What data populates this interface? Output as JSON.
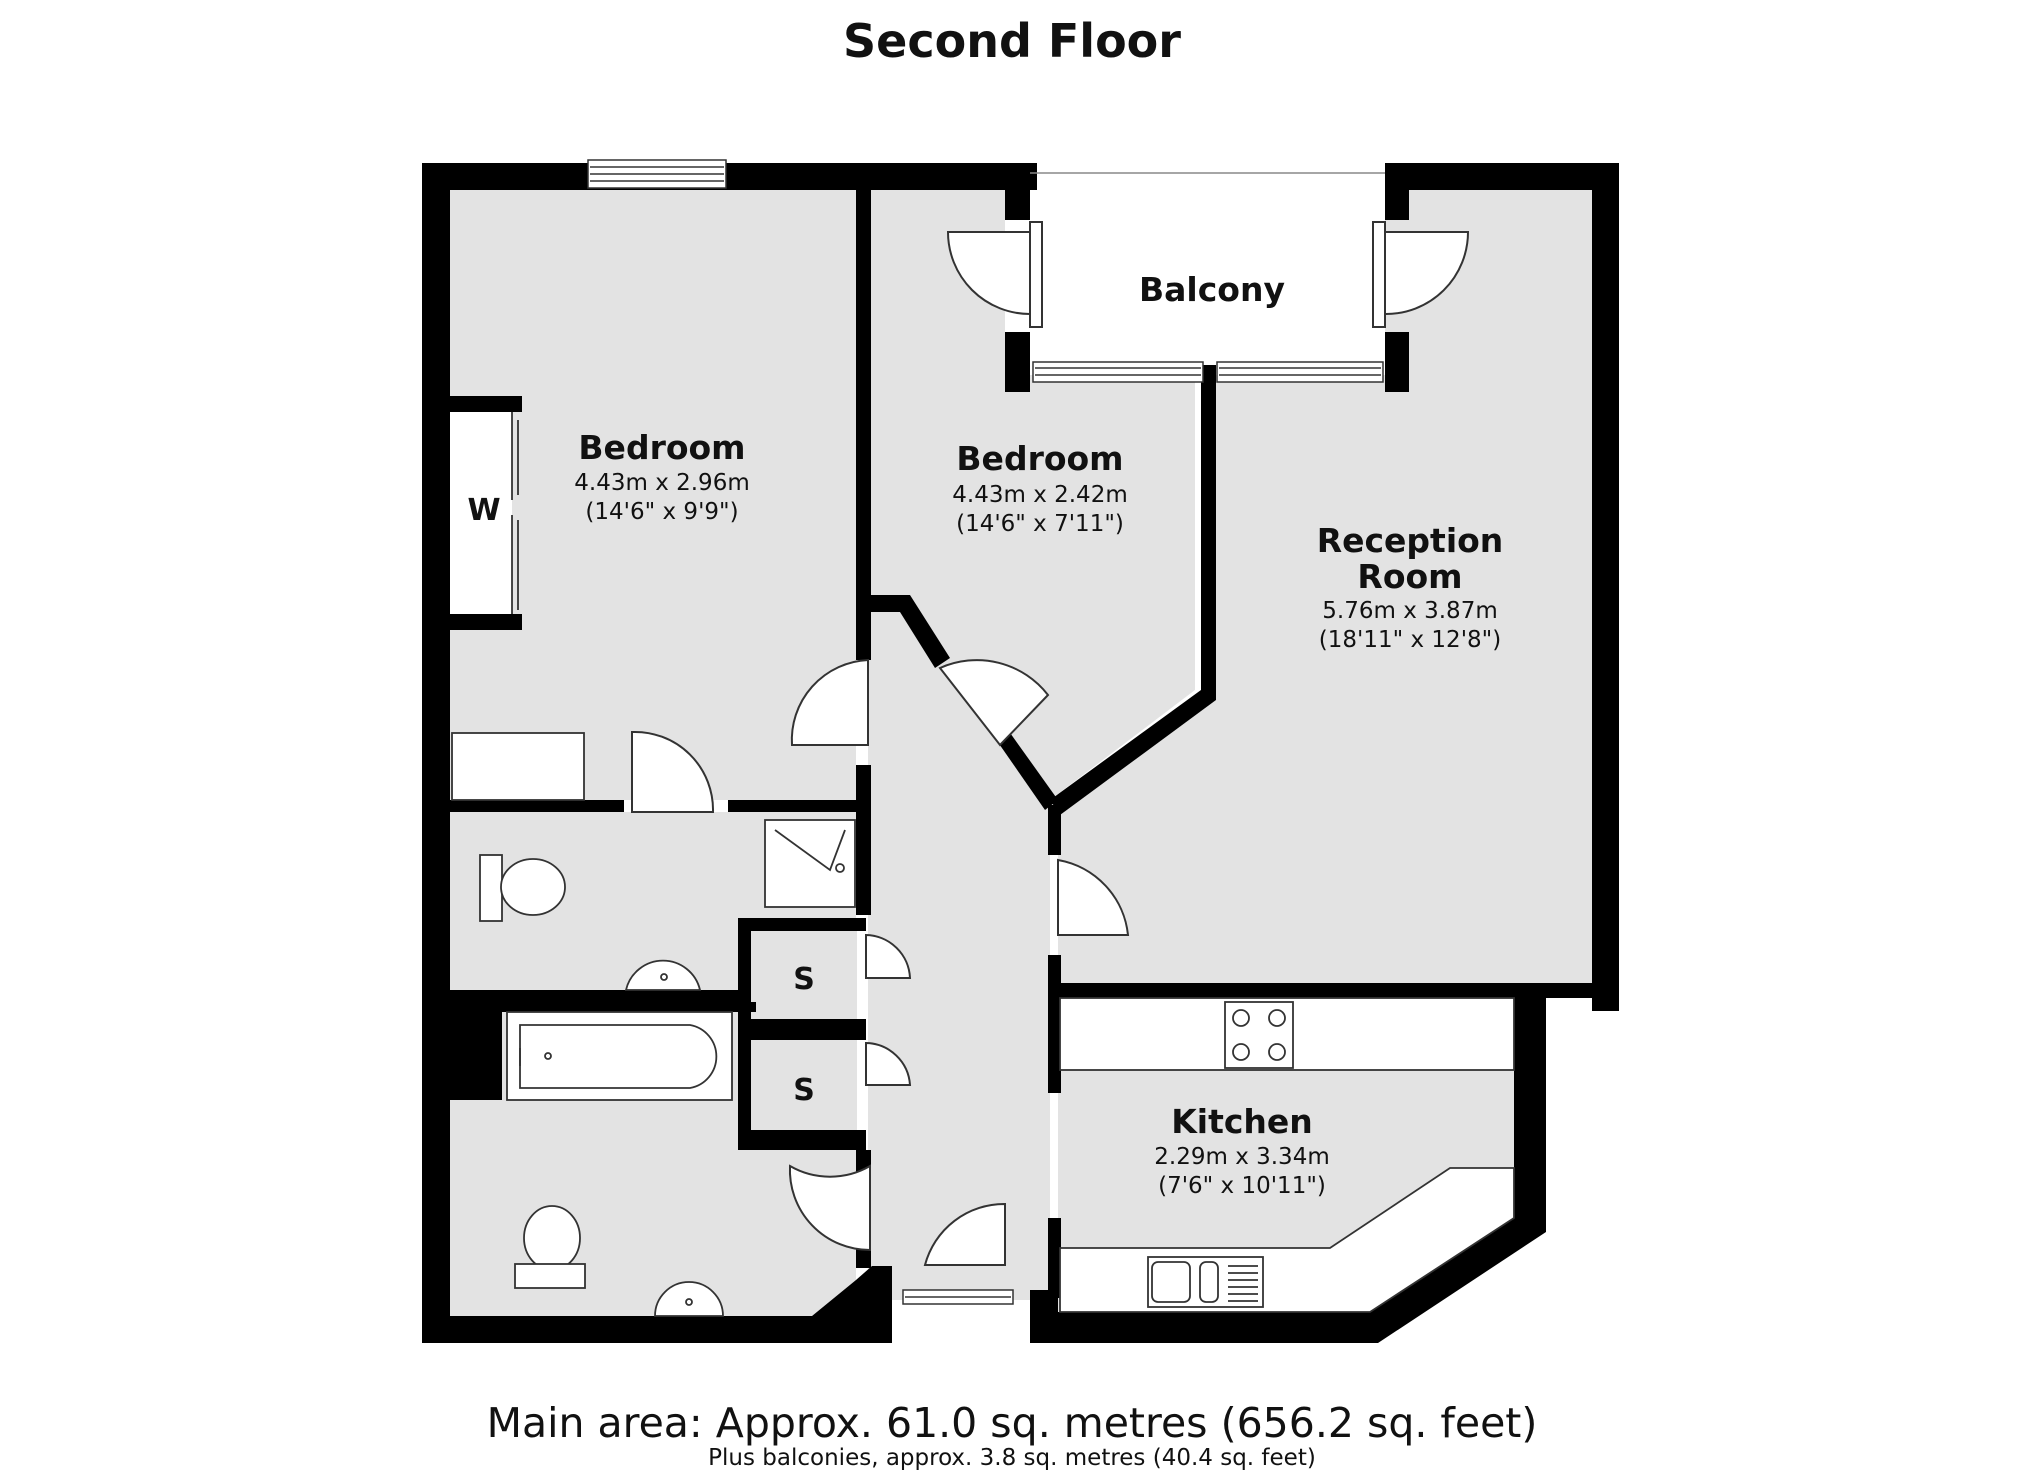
{
  "title": "Second Floor",
  "rooms": {
    "bedroom1": {
      "name": "Bedroom",
      "metric": "4.43m x 2.96m",
      "imperial": "(14'6\" x 9'9\")"
    },
    "bedroom2": {
      "name": "Bedroom",
      "metric": "4.43m x 2.42m",
      "imperial": "(14'6\" x 7'11\")"
    },
    "reception": {
      "name_line1": "Reception",
      "name_line2": "Room",
      "metric": "5.76m x 3.87m",
      "imperial": "(18'11\" x 12'8\")"
    },
    "kitchen": {
      "name": "Kitchen",
      "metric": "2.29m x 3.34m",
      "imperial": "(7'6\" x 10'11\")"
    },
    "balcony": {
      "name": "Balcony"
    }
  },
  "labels": {
    "wardrobe": "W",
    "store1": "S",
    "store2": "S"
  },
  "footer": {
    "main_area": "Main area: Approx. 61.0 sq. metres (656.2 sq. feet)",
    "plus": "Plus balconies, approx. 3.8 sq. metres (40.4 sq. feet)"
  },
  "colors": {
    "wall": "#000000",
    "floor": "#e3e3e3",
    "line": "#333333",
    "background": "#ffffff"
  }
}
